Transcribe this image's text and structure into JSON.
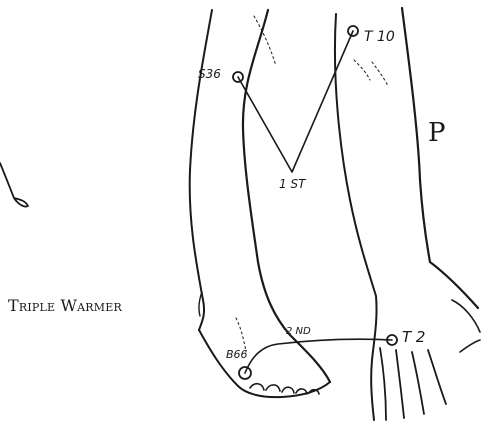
{
  "heading": "Triple Warmer",
  "points": {
    "s36": "S36",
    "t10": "T 10",
    "b66": "B66",
    "t2": "T 2"
  },
  "steps": {
    "first": "1 ST",
    "second": "2 ND"
  },
  "side_marker": "P",
  "colors": {
    "ink": "#1a1a1a",
    "paper": "#ffffff"
  }
}
